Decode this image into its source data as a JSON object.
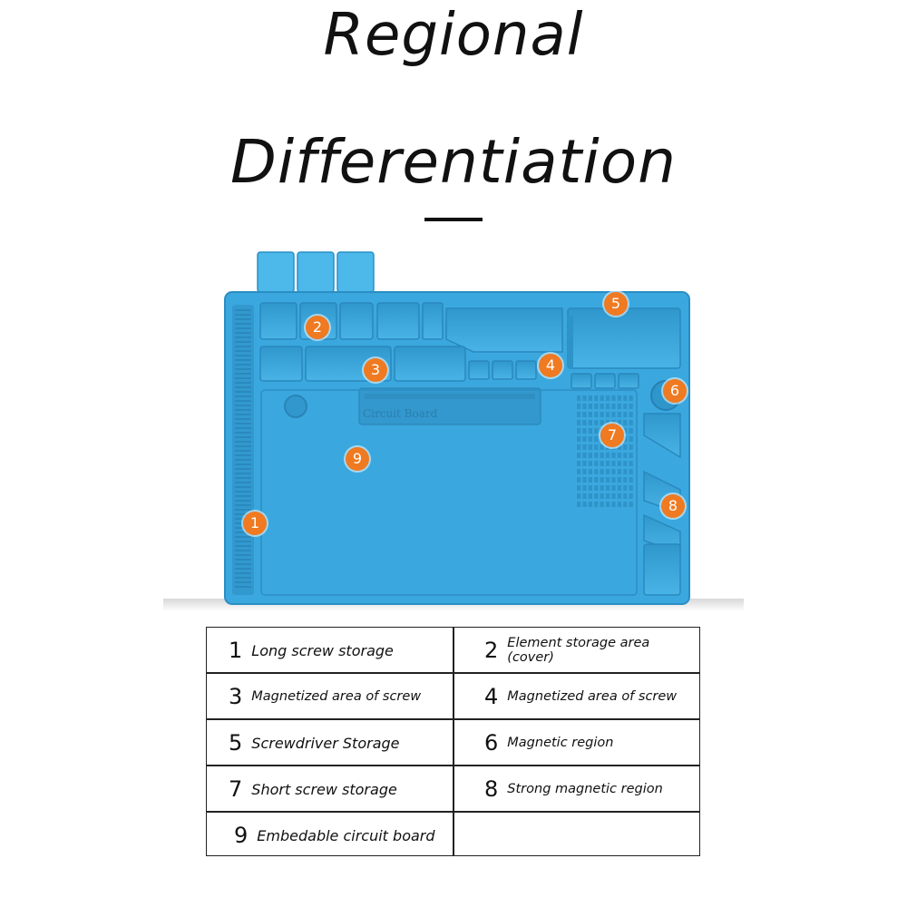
{
  "title": {
    "line1": "Regional",
    "line2": "Differentiation"
  },
  "mat": {
    "color": "#3aa8de",
    "marker_color": "#ef7a21",
    "embossed_text": "Circuit Board",
    "markers": [
      {
        "id": "1",
        "label": "1"
      },
      {
        "id": "2",
        "label": "2"
      },
      {
        "id": "3",
        "label": "3"
      },
      {
        "id": "4",
        "label": "4"
      },
      {
        "id": "5",
        "label": "5"
      },
      {
        "id": "6",
        "label": "6"
      },
      {
        "id": "7",
        "label": "7"
      },
      {
        "id": "8",
        "label": "8"
      },
      {
        "id": "9",
        "label": "9"
      }
    ]
  },
  "legend": {
    "items": [
      {
        "num": "1",
        "text": "Long screw storage"
      },
      {
        "num": "2",
        "text": "Element storage area (cover)"
      },
      {
        "num": "3",
        "text": "Magnetized area of screw"
      },
      {
        "num": "4",
        "text": "Magnetized area of screw"
      },
      {
        "num": "5",
        "text": "Screwdriver Storage"
      },
      {
        "num": "6",
        "text": "Magnetic region"
      },
      {
        "num": "7",
        "text": "Short screw storage"
      },
      {
        "num": "8",
        "text": "Strong magnetic region"
      },
      {
        "num": "9",
        "text": "Embedable circuit board"
      }
    ]
  }
}
